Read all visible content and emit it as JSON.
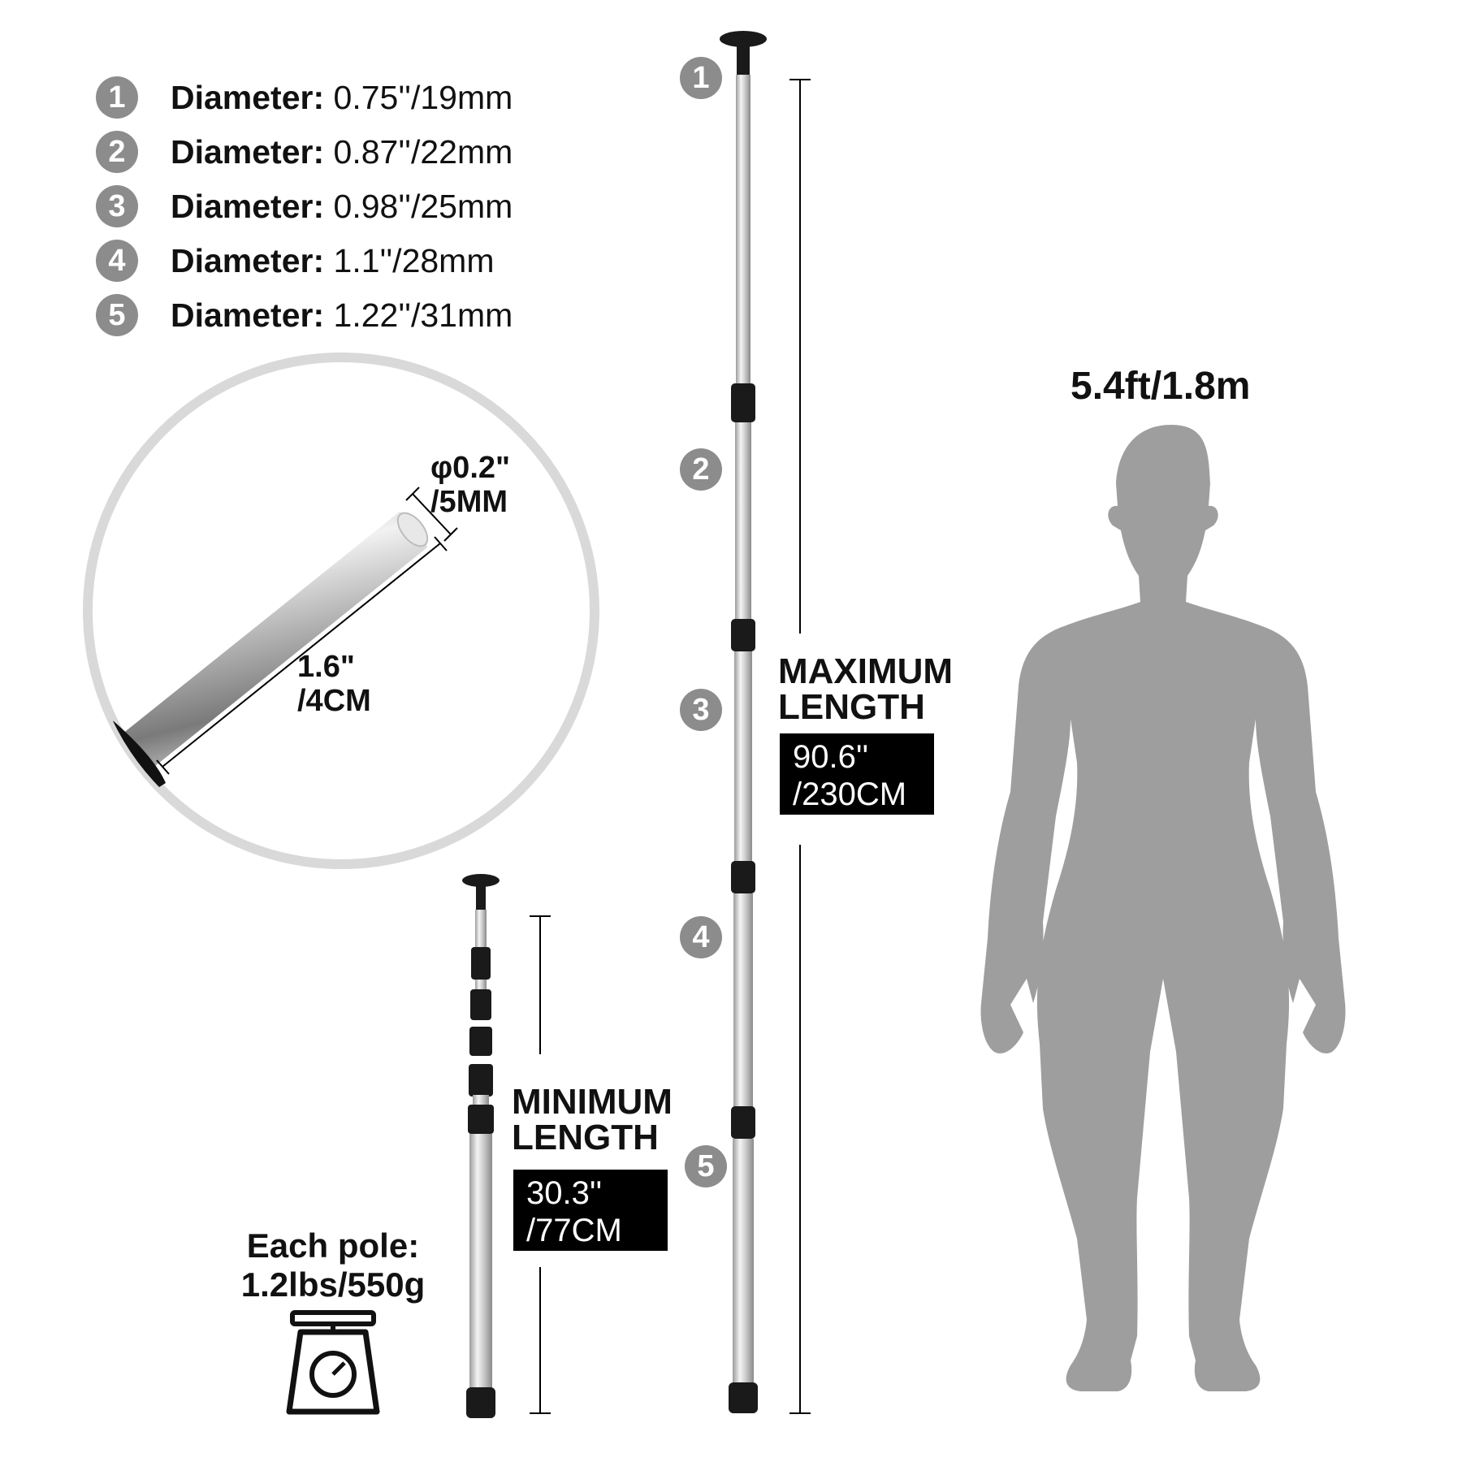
{
  "specs": [
    {
      "num": "1",
      "label": "Diameter:",
      "value": "0.75''/19mm"
    },
    {
      "num": "2",
      "label": "Diameter:",
      "value": "0.87''/22mm"
    },
    {
      "num": "3",
      "label": "Diameter:",
      "value": "0.98''/25mm"
    },
    {
      "num": "4",
      "label": "Diameter:",
      "value": "1.1''/28mm"
    },
    {
      "num": "5",
      "label": "Diameter:",
      "value": "1.22''/31mm"
    }
  ],
  "pin_detail": {
    "diameter_line1": "φ0.2\"",
    "diameter_line2": "/5MM",
    "length_line1": "1.6\"",
    "length_line2": "/4CM"
  },
  "maximum": {
    "title_line1": "MAXIMUM",
    "title_line2": "LENGTH",
    "value_line1": "90.6''",
    "value_line2": "/230CM"
  },
  "minimum": {
    "title_line1": "MINIMUM",
    "title_line2": "LENGTH",
    "value_line1": "30.3''",
    "value_line2": "/77CM"
  },
  "person": {
    "height_label": "5.4ft/1.8m"
  },
  "weight": {
    "line1": "Each pole:",
    "line2": "1.2lbs/550g"
  },
  "icons": [
    "scale-icon",
    "person-silhouette-icon",
    "telescopic-pole-icon"
  ],
  "colors": {
    "badge": "#8c8c8c",
    "silhouette": "#9e9e9e",
    "pole": "#c8c8c8",
    "box": "#000000"
  }
}
